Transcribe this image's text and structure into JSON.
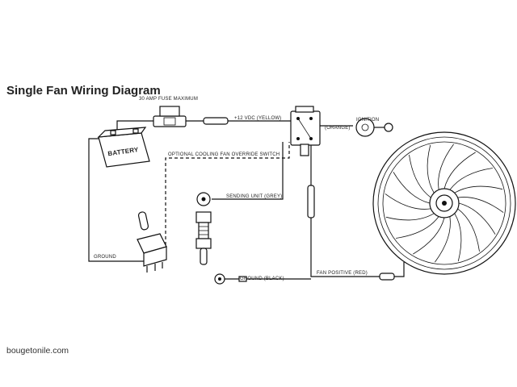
{
  "title": "Single Fan Wiring Diagram",
  "labels": {
    "fuse": "30 AMP FUSE MAXIMUM",
    "plus12v": "+12 VDC (YELLOW)",
    "orange": "(ORANGE)",
    "ignition": "IGNITION",
    "battery": "BATTERY",
    "override": "OPTIONAL COOLING FAN OVERRIDE SWITCH",
    "sending_unit": "SENDING UNIT (GREY)",
    "ground_switch": "GROUND",
    "ground_black": "GROUND (BLACK)",
    "fan_positive": "FAN POSITIVE (RED)"
  },
  "watermark": "bougetonile.com"
}
